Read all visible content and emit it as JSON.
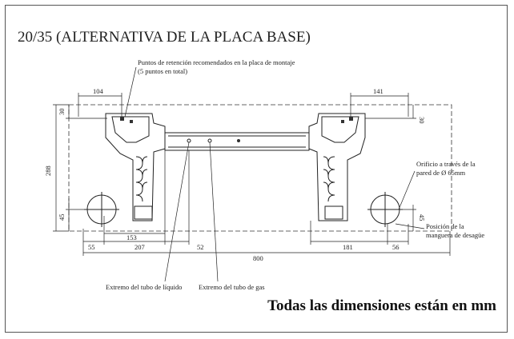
{
  "title": "20/35 (ALTERNATIVA DE LA PLACA BASE)",
  "footer_note": "Todas las dimensiones están en mm",
  "labels": {
    "retention_points_line1": "Puntos de retención recomendados en la placa de montaje",
    "retention_points_line2": "(5 puntos en total)",
    "wall_hole_line1": "Orificio a través de la",
    "wall_hole_line2": "pared de Ø 65mm",
    "drain_line1": "Posición de la",
    "drain_line2": "manguera de desagüe",
    "liquid_tube": "Extremo del tubo de líquido",
    "gas_tube": "Extremo del tubo de gas"
  },
  "dimensions": {
    "d104": "104",
    "d141": "141",
    "d30a": "30",
    "d30b": "30",
    "d288": "288",
    "d45a": "45",
    "d45b": "45",
    "d55": "55",
    "d153": "153",
    "d207": "207",
    "d52": "52",
    "d181": "181",
    "d56": "56",
    "d800": "800"
  }
}
